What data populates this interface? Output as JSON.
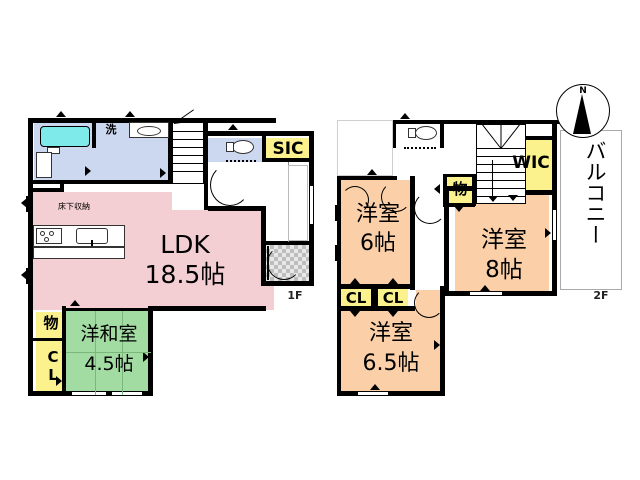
{
  "plan": {
    "type": "floor-plan",
    "title": "2-story house floor plan (1F / 2F)",
    "floors": [
      {
        "id": "1F",
        "label": "1F",
        "rooms": [
          {
            "name": "LDK",
            "label": "LDK",
            "size": "18.5帖",
            "color": "#f3ced2"
          },
          {
            "name": "washitsu",
            "label": "洋和室",
            "size": "4.5帖",
            "color": "#a3dca3"
          },
          {
            "name": "closet-1f",
            "label": "CL",
            "color": "#fbf28d"
          },
          {
            "name": "storage-1f",
            "label": "物",
            "color": "#fbf28d"
          },
          {
            "name": "shoe-in-closet",
            "label": "SIC",
            "color": "#fbf28d"
          },
          {
            "name": "under-floor-storage",
            "label": "床下収納",
            "color": "#f3ced2"
          },
          {
            "name": "washroom",
            "label": "洗",
            "color": "#ccd7f0"
          },
          {
            "name": "bathtub",
            "label": "",
            "color": "#7eeaea"
          },
          {
            "name": "toilet-1f",
            "label": "",
            "color": "#ccd7f0"
          },
          {
            "name": "entrance",
            "label": "",
            "color": "#e8e8e8"
          }
        ]
      },
      {
        "id": "2F",
        "label": "2F",
        "rooms": [
          {
            "name": "bedroom-6",
            "label": "洋室",
            "size": "6帖",
            "color": "#fbd0a8"
          },
          {
            "name": "bedroom-8",
            "label": "洋室",
            "size": "8帖",
            "color": "#fbd0a8"
          },
          {
            "name": "bedroom-65",
            "label": "洋室",
            "size": "6.5帖",
            "color": "#fbd0a8"
          },
          {
            "name": "walk-in-closet",
            "label": "WIC",
            "color": "#fbf28d"
          },
          {
            "name": "closet-left",
            "label": "CL",
            "color": "#fbf28d"
          },
          {
            "name": "closet-right",
            "label": "CL",
            "color": "#fbf28d"
          },
          {
            "name": "storage-2f",
            "label": "物",
            "color": "#fbf28d"
          },
          {
            "name": "balcony",
            "label": "バルコニー",
            "color": "#ffffff"
          },
          {
            "name": "toilet-2f",
            "label": "",
            "color": "#ccd7f0"
          }
        ]
      }
    ],
    "compass": {
      "label": "N"
    },
    "colors": {
      "ldk": "#f3ced2",
      "tatami": "#a3dca3",
      "bedroom": "#fbd0a8",
      "closet": "#fbf28d",
      "water": "#ccd7f0",
      "tub": "#7eeaea",
      "wall": "#000000",
      "background": "#ffffff"
    }
  }
}
